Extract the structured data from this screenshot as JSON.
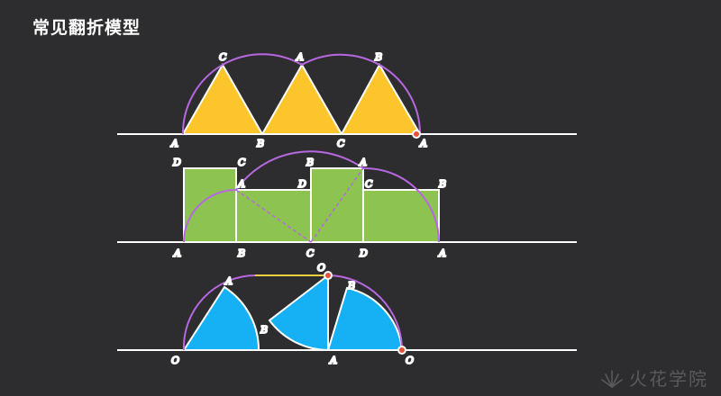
{
  "title": "常见翻折模型",
  "colors": {
    "background": "#2d2d2f",
    "arc": "#b768e0",
    "triangle": "#fdc52c",
    "rectangle": "#8dc351",
    "sector": "#16b0f5",
    "point": "#e8503a",
    "segment": "#f2cf3f"
  },
  "diagram1": {
    "shape": "equilateral triangle rolled along a line",
    "bottom_labels": [
      "A",
      "B",
      "C",
      "A"
    ],
    "top_labels": [
      "C",
      "A",
      "B"
    ]
  },
  "diagram2": {
    "shape": "rectangle rolled along a line",
    "bottom_labels": [
      "A",
      "B",
      "C",
      "D",
      "A"
    ],
    "first_rect_labels": [
      "D",
      "C",
      "A"
    ],
    "middle_labels": [
      "D",
      "B",
      "A"
    ],
    "last_rect_labels": [
      "C",
      "B"
    ]
  },
  "diagram3": {
    "shape": "sector rolled along a line",
    "bottom_labels": [
      "O",
      "A",
      "O"
    ],
    "top_labels": [
      "A",
      "O",
      "B"
    ],
    "side_label": "B"
  },
  "watermark": {
    "text": "火花学院"
  }
}
